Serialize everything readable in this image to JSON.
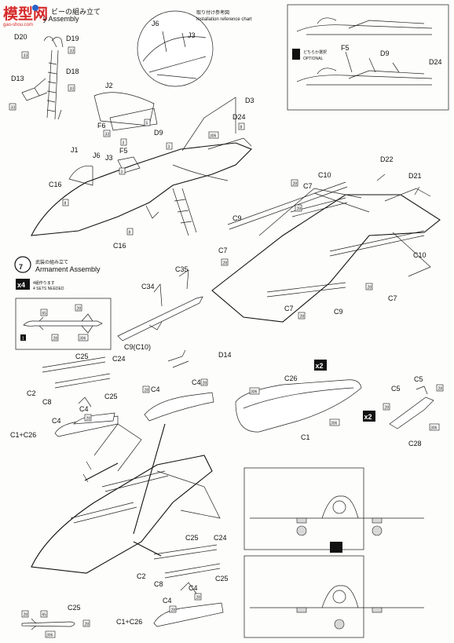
{
  "watermark": {
    "title": "模型网",
    "url": "gao-shou.com",
    "accent": "#d62a2a"
  },
  "sections": {
    "ladder": {
      "header_jp": "ビーの組み立て",
      "header_en": "y Assembly"
    },
    "installation": {
      "title_jp": "取り付け参考図",
      "title_en": "Installation reference chart"
    },
    "optional": {
      "label_jp": "どちらか選択",
      "label_en": "OPTIONAL"
    },
    "armament": {
      "step": "7",
      "title_jp": "武装の組み立て",
      "title_en": "Armament Assembly",
      "sets_mult": "x4",
      "sets_jp": "4組作ります",
      "sets_en": "4 SETS NEEDED"
    }
  },
  "part_labels": {
    "d20": "D20",
    "d19": "D19",
    "d18": "D18",
    "d13": "D13",
    "j2": "J2",
    "j6a": "J6",
    "j3a": "J3",
    "d3": "D3",
    "d24a": "D24",
    "f6": "F6",
    "d9a": "D9",
    "f5a": "F5",
    "j1": "J1",
    "j6b": "J6",
    "j3b": "J3",
    "c16a": "C16",
    "c16b": "C16",
    "f5b": "F5",
    "d9b": "D9",
    "d24b": "D24",
    "d22": "D22",
    "d21": "D21",
    "c10a": "C10",
    "c7a": "C7",
    "c9a": "C9",
    "c7b": "C7",
    "c10b": "C10",
    "c7c": "C7",
    "c7d": "C7",
    "c9b": "C9",
    "c34": "C34",
    "c35": "C35",
    "c9c10": "C9(C10)",
    "d14": "D14",
    "c25a": "C25",
    "c24a": "C24",
    "c2a": "C2",
    "c8a": "C8",
    "c25b": "C25",
    "c4a": "C4",
    "c4b": "C4",
    "c1c26a": "C1+C26",
    "c4c": "C4",
    "c4d": "C4",
    "c26": "C26",
    "c1": "C1",
    "c5a": "C5",
    "c5b": "C5",
    "c28": "C28",
    "c25c": "C25",
    "c24b": "C24",
    "c2b": "C2",
    "c8b": "C8",
    "c25d": "C25",
    "c4e": "C4",
    "c4f": "C4",
    "c1c26b": "C1+C26",
    "c25e": "C25"
  },
  "multipliers": {
    "m1": "x2",
    "m2": "x2"
  },
  "color_codes": {
    "n33a": "33",
    "n33b": "33",
    "n33c": "33",
    "n33d": "33",
    "n33e": "33",
    "n5a": "5",
    "n3a": "3",
    "n3b": "3",
    "n3c": "3",
    "n8a": "8",
    "n8b": "8",
    "n8c": "8",
    "n306a": "306",
    "n306b": "306",
    "n306c": "306",
    "n306d": "306",
    "n306e": "306",
    "n306f": "306",
    "n28a": "28",
    "n28b": "28",
    "n28c": "28",
    "n28d": "28",
    "n28e": "28",
    "n28f": "28",
    "n28g": "28",
    "n28h": "28",
    "n28i": "28",
    "n28j": "28",
    "n28k": "28",
    "n28l": "28",
    "n28m": "28",
    "n28n": "28",
    "n28o": "28",
    "n65a": "65",
    "n65b": "65",
    "n1": "1",
    "n28p": "28",
    "n28q": "28",
    "n28r": "28"
  }
}
